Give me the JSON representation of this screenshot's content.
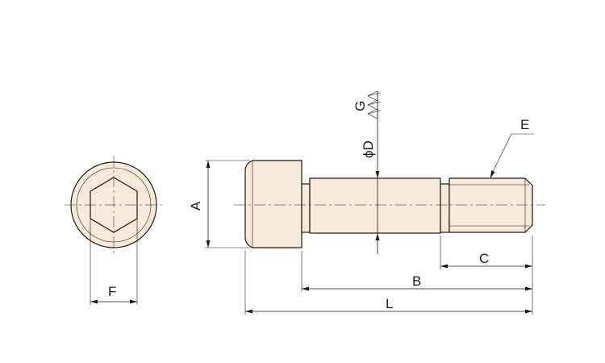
{
  "labels": {
    "a": "A",
    "b": "B",
    "c": "C",
    "phi_d": "ϕD",
    "e": "E",
    "f": "F",
    "g": "G",
    "l": "L"
  }
}
